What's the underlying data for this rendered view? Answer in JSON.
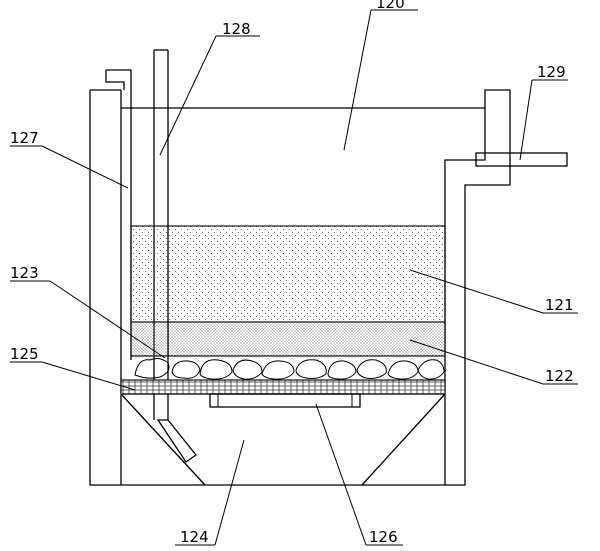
{
  "labels": {
    "l120": "120",
    "l121": "121",
    "l122": "122",
    "l123": "123",
    "l124": "124",
    "l125": "125",
    "l126": "126",
    "l127": "127",
    "l128": "128",
    "l129": "129"
  }
}
